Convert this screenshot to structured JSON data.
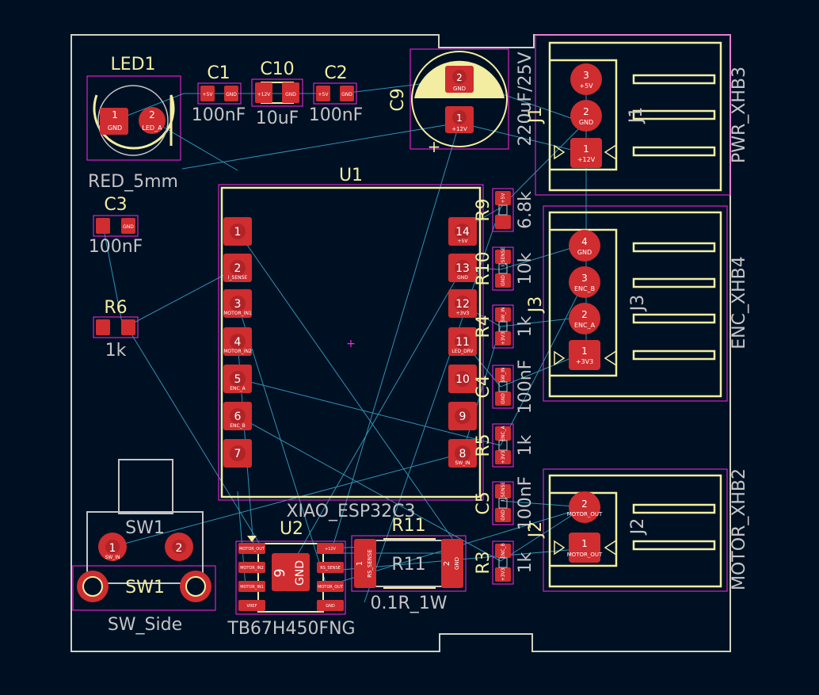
{
  "colors": {
    "background": "#001023",
    "silk": "#f2eda1",
    "fab": "#c4c4c4",
    "courtyard": "#ff26e2",
    "pad": "#cf2d2f",
    "ratsnest": "#3aa8c8",
    "outline": "#cfd2c0",
    "pad_text": "#ffffff"
  },
  "refs": {
    "led1": "LED1",
    "c1": "C1",
    "c10": "C10",
    "c2": "C2",
    "c9": "C9",
    "c3": "C3",
    "r6": "R6",
    "u1": "U1",
    "u2": "U2",
    "r11": "R11",
    "r11_fab": "R11",
    "sw1": "SW1",
    "sw1_fab": "SW1",
    "r9": "R9",
    "r10": "R10",
    "r4": "R4",
    "c4": "C4",
    "r5": "R5",
    "c5": "C5",
    "r3": "R3",
    "j1": "J1",
    "j1_fab": "J1",
    "j2": "J2",
    "j2_fab": "J2",
    "j3": "J3",
    "j3_fab": "J3"
  },
  "values": {
    "led1": "RED_5mm",
    "c1": "100nF",
    "c10": "10uF",
    "c2": "100nF",
    "c9": "220uF/25V",
    "c3": "100nF",
    "r6": "1k",
    "u1": "XIAO_ESP32C3",
    "u2": "TB67H450FNG",
    "r11": "0.1R_1W",
    "sw1": "SW_Side",
    "r9": "6.8k",
    "r10": "10k",
    "r4": "1k",
    "c4": "100nF",
    "r5": "1k",
    "c5": "100nF",
    "r3": "1k",
    "j1": "PWR_XHB3",
    "j2": "MOTOR_XHB2",
    "j3": "ENC_XHB4"
  },
  "u1_pins": [
    {
      "num": "1",
      "net": ""
    },
    {
      "num": "2",
      "net": "I_SENSE"
    },
    {
      "num": "3",
      "net": "MOTOR_IN1"
    },
    {
      "num": "4",
      "net": "MOTOR_IN2"
    },
    {
      "num": "5",
      "net": "ENC_A"
    },
    {
      "num": "6",
      "net": "ENC_B"
    },
    {
      "num": "7",
      "net": ""
    },
    {
      "num": "8",
      "net": "SW_IN"
    },
    {
      "num": "9",
      "net": ""
    },
    {
      "num": "10",
      "net": ""
    },
    {
      "num": "11",
      "net": "LED_DRV"
    },
    {
      "num": "12",
      "net": "+3V3"
    },
    {
      "num": "13",
      "net": "GND"
    },
    {
      "num": "14",
      "net": "+5V"
    }
  ],
  "u2_pins": {
    "left": [
      "MOTOR_OUT",
      "MOTOR_IN2",
      "MOTOR_IN1",
      "VREF"
    ],
    "right": [
      "+12V",
      "RS_SENSE",
      "MOTOR_OUT",
      "GND"
    ],
    "ep_num": "9",
    "ep_net": "GND"
  },
  "j1_pins": [
    {
      "num": "3",
      "net": "+5V"
    },
    {
      "num": "2",
      "net": "GND"
    },
    {
      "num": "1",
      "net": "+12V"
    }
  ],
  "j3_pins": [
    {
      "num": "4",
      "net": "GND"
    },
    {
      "num": "3",
      "net": "ENC_B"
    },
    {
      "num": "2",
      "net": "ENC_A"
    },
    {
      "num": "1",
      "net": "+3V3"
    }
  ],
  "j2_pins": [
    {
      "num": "2",
      "net": "MOTOR_OUT"
    },
    {
      "num": "1",
      "net": "MOTOR_OUT"
    }
  ],
  "c9_pins": [
    {
      "num": "2",
      "net": "GND"
    },
    {
      "num": "1",
      "net": "+12V"
    }
  ],
  "led_pins": [
    {
      "num": "1",
      "net": "GND"
    },
    {
      "num": "2",
      "net": "LED_A"
    }
  ],
  "sw_pins": [
    {
      "num": "1",
      "net": "SW_IN"
    },
    {
      "num": "2",
      "net": ""
    }
  ],
  "r11_pins": [
    {
      "num": "1",
      "net": "RS_SENSE"
    },
    {
      "num": "2",
      "net": "GND"
    }
  ],
  "smd_nets": {
    "c1": [
      "+5V",
      "GND"
    ],
    "c10": [
      "+12V",
      "GND"
    ],
    "c2": [
      "+5V",
      "GND"
    ],
    "c3": [
      "",
      "GND"
    ],
    "r6": [
      "",
      ""
    ],
    "r9": [
      "+5V",
      ""
    ],
    "r10": [
      "I_SENSE",
      "GND"
    ],
    "r4": [
      "SW_IN",
      "+3V3"
    ],
    "c4": [
      "SW_IN",
      "GND"
    ],
    "r5": [
      "ENC_A",
      "+3V3"
    ],
    "c5": [
      "I_SENSE",
      "GND"
    ],
    "r3": [
      "ENC_B",
      "+3V3"
    ]
  }
}
